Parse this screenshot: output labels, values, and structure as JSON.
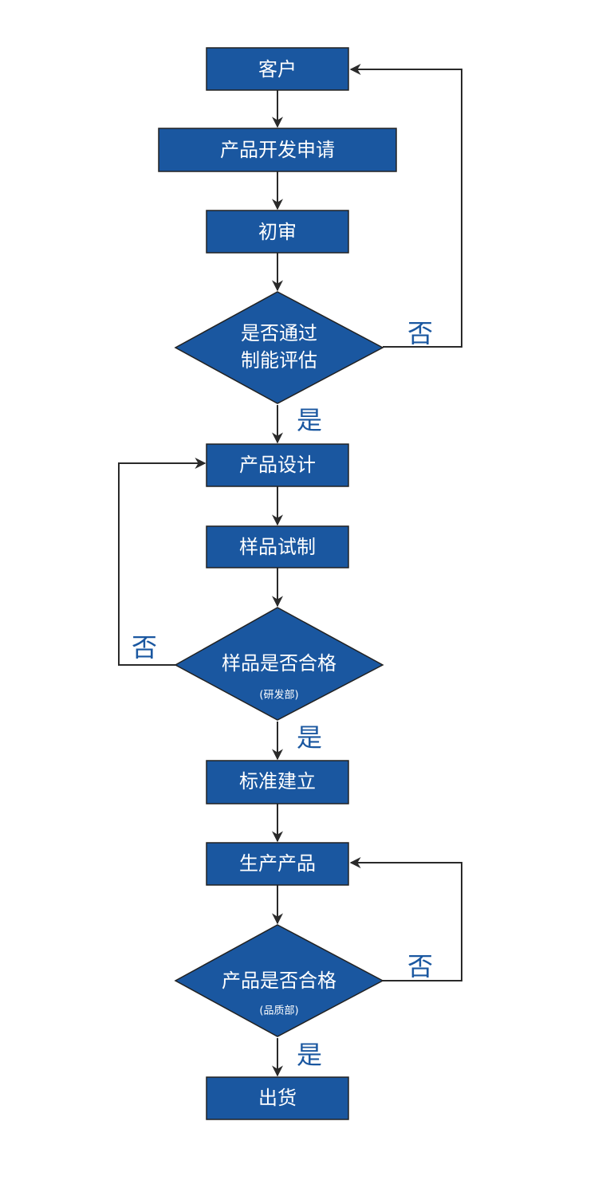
{
  "colors": {
    "node_fill": "#1a57a0",
    "node_text": "#ffffff",
    "edge": "#2a2a2a",
    "edge_label": "#1a57a0"
  },
  "nodes": {
    "customer": {
      "label": "客户"
    },
    "dev_request": {
      "label": "产品开发申请"
    },
    "preliminary_review": {
      "label": "初审"
    },
    "capability_check": {
      "line1": "是否通过",
      "line2": "制能评估"
    },
    "product_design": {
      "label": "产品设计"
    },
    "sample_trial": {
      "label": "样品试制"
    },
    "sample_check": {
      "label": "样品是否合格",
      "dept": "(研发部)"
    },
    "standard_setup": {
      "label": "标准建立"
    },
    "production": {
      "label": "生产产品"
    },
    "product_check": {
      "label": "产品是否合格",
      "dept": "(品质部)"
    },
    "shipment": {
      "label": "出货"
    }
  },
  "edge_labels": {
    "capability_no": "否",
    "capability_yes": "是",
    "sample_no": "否",
    "sample_yes": "是",
    "product_no": "否",
    "product_yes": "是"
  }
}
